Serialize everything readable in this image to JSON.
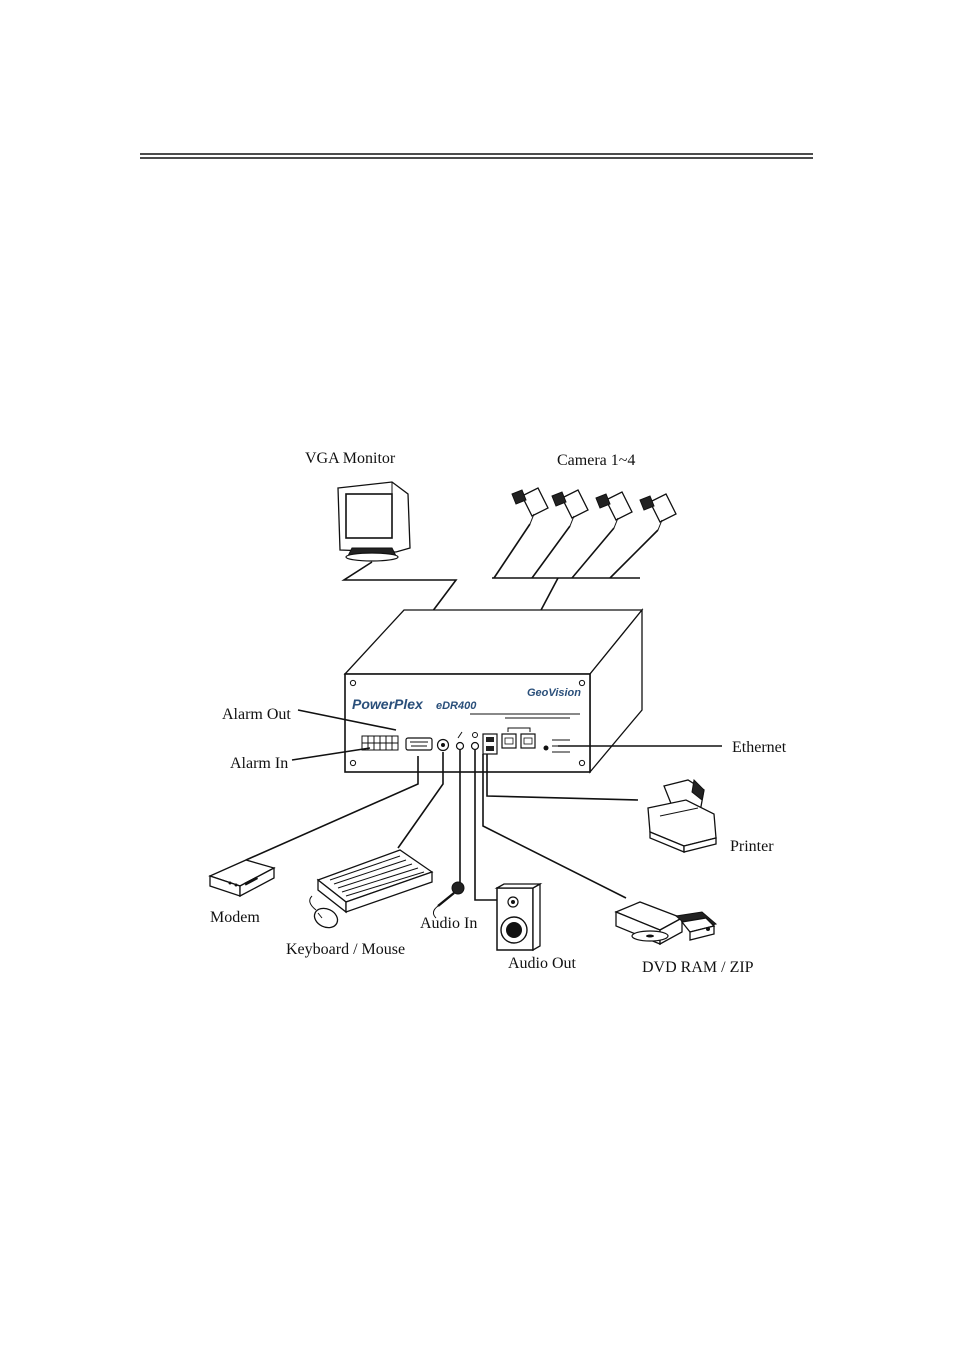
{
  "labels": {
    "vga_monitor": "VGA Monitor",
    "camera": "Camera 1~4",
    "alarm_out": "Alarm Out",
    "alarm_in": "Alarm In",
    "ethernet": "Ethernet",
    "printer": "Printer",
    "modem": "Modem",
    "keyboard_mouse": "Keyboard / Mouse",
    "audio_in": "Audio In",
    "audio_out": "Audio Out",
    "dvd_ram_zip": "DVD RAM / ZIP"
  },
  "device": {
    "brand": "PowerPlex",
    "model": "eDR400",
    "maker_logo": "GeoVision"
  },
  "colors": {
    "ink": "#111111",
    "brand_blue": "#2a4f7a"
  }
}
